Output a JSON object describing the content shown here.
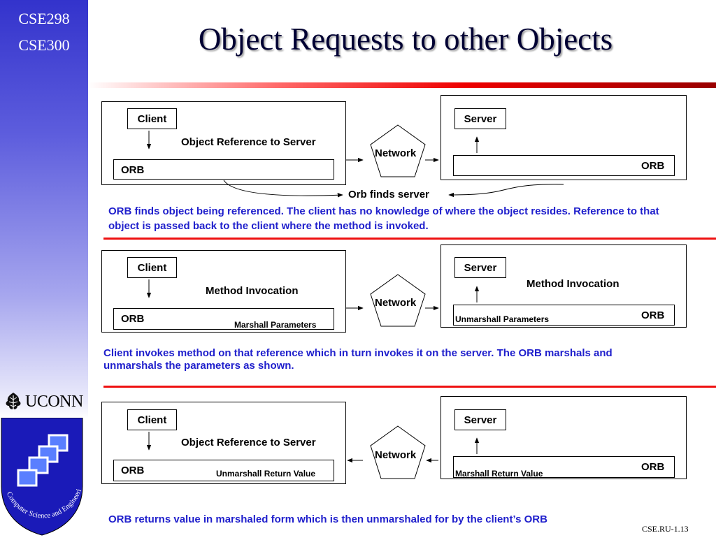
{
  "sidebar": {
    "course_1": "CSE298",
    "course_2": "CSE300",
    "university": "UCONN",
    "seal_text": "Computer Science and Engineering"
  },
  "title": "Object Requests to other Objects",
  "colors": {
    "accent_blue": "#1f1fcc",
    "separator_red": "#ee1111",
    "sidebar_blue": "#3333cc"
  },
  "panels": [
    {
      "client": "Client",
      "orb_left": "ORB",
      "left_caption": "Object Reference to Server",
      "network": "Network",
      "server": "Server",
      "orb_right": "ORB",
      "left_note": "",
      "right_note": "",
      "right_caption": "",
      "below_label": "Orb finds server",
      "description": "ORB finds object being referenced.  The client has no knowledge of where the object resides. Reference to that object is passed back to the client where the method is invoked."
    },
    {
      "client": "Client",
      "orb_left": "ORB",
      "left_caption": "Method Invocation",
      "network": "Network",
      "server": "Server",
      "orb_right": "ORB",
      "left_note": "Marshall Parameters",
      "right_note": "Unmarshall Parameters",
      "right_caption": "Method Invocation",
      "description": "Client invokes method on that reference which in turn invokes it on the server.  The ORB marshals and unmarshals the parameters as shown."
    },
    {
      "client": "Client",
      "orb_left": "ORB",
      "left_caption": "Object Reference to Server",
      "network": "Network",
      "server": "Server",
      "orb_right": "ORB",
      "left_note": "Unmarshall Return Value",
      "right_note": "Marshall Return Value",
      "right_caption": "",
      "description": "ORB returns value in marshaled form which is then unmarshaled for by the client’s ORB"
    }
  ],
  "footer": "CSE.RU-1.13"
}
